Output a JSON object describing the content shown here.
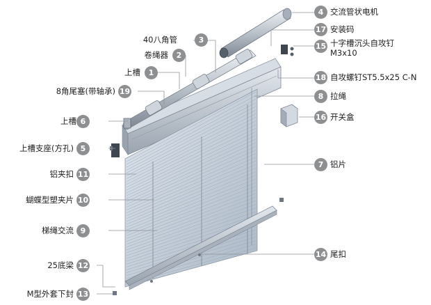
{
  "callouts": [
    {
      "num": "4",
      "label": "交流管状电机"
    },
    {
      "num": "3",
      "label": "40八角管"
    },
    {
      "num": "17",
      "label": "安装码"
    },
    {
      "num": "15",
      "label": "十字槽沉头自攻钉\nM3x10"
    },
    {
      "num": "2",
      "label": "卷绳器"
    },
    {
      "num": "1",
      "label": "上槽"
    },
    {
      "num": "18",
      "label": "自攻螺钉ST5.5x25 C-N"
    },
    {
      "num": "19",
      "label": "8角尾塞(带轴承)"
    },
    {
      "num": "8",
      "label": "拉绳"
    },
    {
      "num": "16",
      "label": "开关盒"
    },
    {
      "num": "6",
      "label": "上槽"
    },
    {
      "num": "5",
      "label": "上槽支座(方孔)"
    },
    {
      "num": "7",
      "label": "铝片"
    },
    {
      "num": "11",
      "label": "铝夹扣"
    },
    {
      "num": "10",
      "label": "蝴蝶型塑夹片"
    },
    {
      "num": "9",
      "label": "梯绳交流"
    },
    {
      "num": "14",
      "label": "尾扣"
    },
    {
      "num": "12",
      "label": "25底梁"
    },
    {
      "num": "13",
      "label": "M型外套下封"
    }
  ],
  "colors": {
    "badge": "#8e8f91",
    "slat": "#b9c5d2",
    "rail": "#c9d0d8",
    "tube": "#c4cbd3",
    "leader": "#8f9398"
  }
}
